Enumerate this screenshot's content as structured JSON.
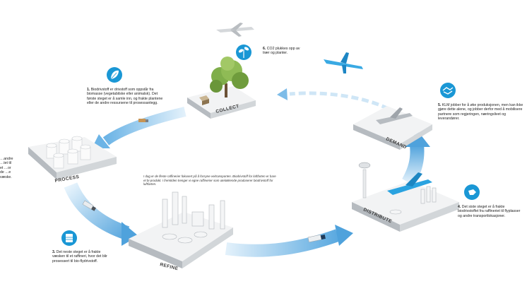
{
  "colors": {
    "accent": "#1a97d5",
    "arrow_dark": "#5aa9e0",
    "arrow_light": "#dbeefa",
    "platform_top": "#f1f2f3",
    "platform_side": "#b9bec3"
  },
  "stations": {
    "collect": "COLLECT",
    "process": "PROCESS",
    "refine": "REFINE",
    "distribute": "DISTRIBUTE",
    "demand": "DEMAND"
  },
  "steps": [
    {
      "num": "1.",
      "text": "Biodrivstoff er drivstoff som oppstår fra biomasse (vegetabilske eller animalsk). Det første steget er å samle inn, og frakte plantene eller de andre ressursene til prosessanlegg.",
      "icon": "leaf-icon"
    },
    {
      "num": "",
      "text": "…andre …tet til et …or de …e væske.",
      "icon": ""
    },
    {
      "num": "3.",
      "text": "Det neste steget er å frakte væsken til et raffineri, hvor det blir prosessert til bio-flydrivstoff.",
      "icon": "fuel-container-icon"
    },
    {
      "num": "4.",
      "text": "Det siste steget er å frakte biodrivstoffet fra raffineriet til flyplasser og andre transportlokasjoner.",
      "icon": "fuel-nozzle-icon"
    },
    {
      "num": "5.",
      "text": "KLM jobber for å øke produksjonen, men kan ikke gjøre dette alene, og jobber derfor med å mobilisere partnere som regjeringen, næringslivet og leverandører.",
      "icon": "handshake-icon"
    },
    {
      "num": "6.",
      "text": "CO2 plukkes opp av trær og planter.",
      "icon": "plant-icon"
    }
  ],
  "refine_info": "I dag er de fleste raffinerier fokusert på å forsyne veitransporten. Biodrivstoff for luftfarten er bare et bi-produkt. I fremtiden trenger vi egne raffinerier som utelukkende produserer biodrivstoff for luftfarten."
}
